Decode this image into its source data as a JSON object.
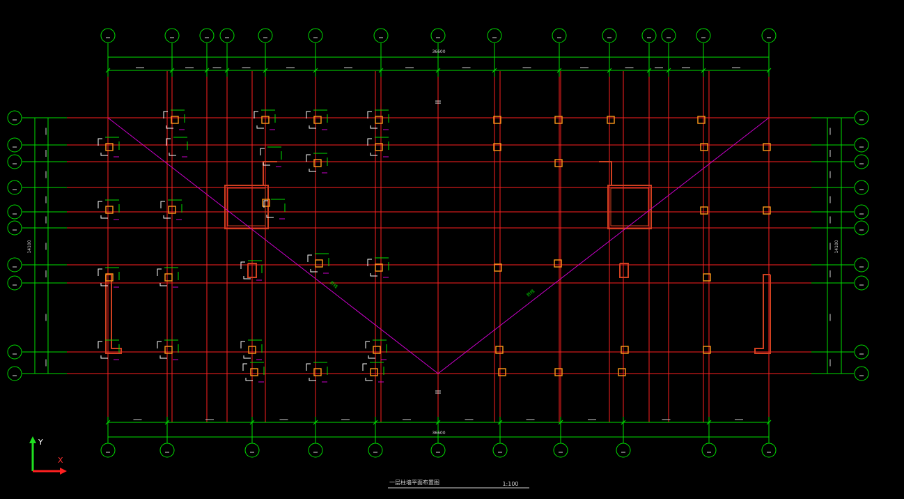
{
  "drawing": {
    "title": "一层柱墙平面布置图",
    "scale": "1:100",
    "dim_top_overall": "36600",
    "dim_bottom_overall": "36600",
    "dim_left_overall": "14100",
    "dim_right_overall": "14100",
    "diagonal_label_left": "折线",
    "diagonal_label_right": "折线"
  },
  "ucs": {
    "y_label": "Y",
    "x_label": "X"
  },
  "colors": {
    "background": "#000000",
    "axis_line": "#ff2020",
    "dimension": "#00e000",
    "column": "#ff9a1a",
    "wall": "#d04020",
    "diagonal": "#cc00cc",
    "annotation": "#ffffff"
  }
}
